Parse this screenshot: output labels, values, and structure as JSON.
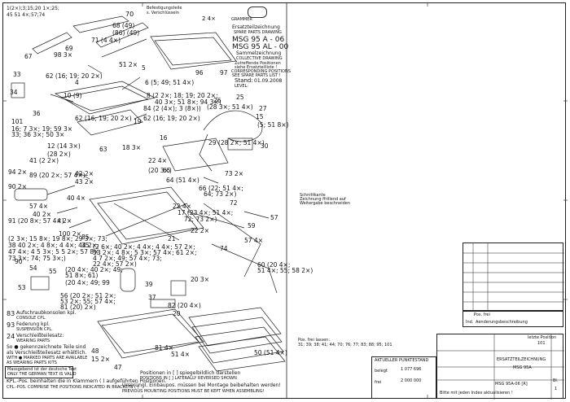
{
  "header": {
    "refs_tl_1": "1(2×);3;15;20 1×;25;",
    "refs_tl_2": "45 51 4×;57;74",
    "lbl_70": "70",
    "befest_1": "Befestigungsteile",
    "befest_2": "s. Verschlüsseln",
    "lbl_2_4x": "2 4×",
    "logo": "GRAMMER",
    "title_1": "Ersatzteilzeichnung",
    "title_2": "SPARE PARTS DRAWING",
    "model_1": "MSG 95 A - 06",
    "model_2": "MSG 95 AL - 00",
    "sammel_1": "Sammelzeichnung",
    "sammel_2": "COLLECTIVE DRAWING",
    "note_1": "Zutreffende Positionen",
    "note_2": "siehe Ersatzteilliste !",
    "note_3": "CORRESPONDING POSITIONS",
    "note_4": "SEE SPARE PARTS LIST !",
    "stand_label": "Stand:",
    "stand_value": "01.09.2008",
    "level": "LEVEL:"
  },
  "callouts": [
    {
      "id": "c1",
      "text": "68 (49)"
    },
    {
      "id": "c2",
      "text": "(86) (49)"
    },
    {
      "id": "c3",
      "text": "69"
    },
    {
      "id": "c4",
      "text": "71 (4 4×)"
    },
    {
      "id": "c5",
      "text": "67"
    },
    {
      "id": "c6",
      "text": "98 3×"
    },
    {
      "id": "c7",
      "text": "51 2×"
    },
    {
      "id": "c8",
      "text": "5"
    },
    {
      "id": "c9",
      "text": "96"
    },
    {
      "id": "c10",
      "text": "97"
    },
    {
      "id": "c11",
      "text": "62 (16; 19; 20 2×)"
    },
    {
      "id": "c12",
      "text": "4"
    },
    {
      "id": "c13",
      "text": "10 (9)"
    },
    {
      "id": "c14",
      "text": "6 (5; 49; 51 4×)"
    },
    {
      "id": "c15",
      "text": "33"
    },
    {
      "id": "c16",
      "text": "34"
    },
    {
      "id": "c17",
      "text": "36"
    },
    {
      "id": "c18",
      "text": "8 (2 2×; 18; 19; 20 2×;"
    },
    {
      "id": "c19",
      "text": "40 3×; 51 8×; 94 3×)"
    },
    {
      "id": "c20",
      "text": "62 (16; 19; 20 2×)"
    },
    {
      "id": "c21",
      "text": "84 (2 (4×); 3 (8×))"
    },
    {
      "id": "c22",
      "text": "26"
    },
    {
      "id": "c23",
      "text": "(28 3×; 51 4×)"
    },
    {
      "id": "c24",
      "text": "25"
    },
    {
      "id": "c25",
      "text": "15"
    },
    {
      "id": "c26",
      "text": "101"
    },
    {
      "id": "c27",
      "text": "16; 7 3×; 19; 59 3×"
    },
    {
      "id": "c28",
      "text": "33; 36 3×; 50 3×"
    },
    {
      "id": "c29",
      "text": "19"
    },
    {
      "id": "c30",
      "text": "62 (16; 19; 20 2×)"
    },
    {
      "id": "c31",
      "text": "27"
    },
    {
      "id": "c32",
      "text": "(5; 51 8×)"
    },
    {
      "id": "c33",
      "text": "12 (14 3×)"
    },
    {
      "id": "c34",
      "text": "(28 2×)"
    },
    {
      "id": "c35",
      "text": "63"
    },
    {
      "id": "c36",
      "text": "18 3×"
    },
    {
      "id": "c37",
      "text": "16"
    },
    {
      "id": "c38",
      "text": "29 (28 2×; 51 4×)"
    },
    {
      "id": "c39",
      "text": "30"
    },
    {
      "id": "c40",
      "text": "22 4×"
    },
    {
      "id": "c41",
      "text": "(20 3×)"
    },
    {
      "id": "c42",
      "text": "41 (2 2×)"
    },
    {
      "id": "c43",
      "text": "94 2×"
    },
    {
      "id": "c44",
      "text": "89 (20 2×; 57 4×)"
    },
    {
      "id": "c45",
      "text": "42 2×"
    },
    {
      "id": "c46",
      "text": "43 2×"
    },
    {
      "id": "c47",
      "text": "64 (51 4×)"
    },
    {
      "id": "c48",
      "text": "73 2×"
    },
    {
      "id": "c49",
      "text": "65"
    },
    {
      "id": "c50",
      "text": "66 (22; 51 4×;"
    },
    {
      "id": "c51",
      "text": "64; 73 2×)"
    },
    {
      "id": "c52",
      "text": "90 2×"
    },
    {
      "id": "c53",
      "text": "40 4×"
    },
    {
      "id": "c54",
      "text": "72"
    },
    {
      "id": "c55",
      "text": "57 4×"
    },
    {
      "id": "c56",
      "text": "22 4×"
    },
    {
      "id": "c57",
      "text": "17 (23 4×; 51 4×;"
    },
    {
      "id": "c58",
      "text": "72; 73 2×)"
    },
    {
      "id": "c59",
      "text": "4 2×"
    },
    {
      "id": "c60",
      "text": "91 (20 8×; 57 4×)"
    },
    {
      "id": "c61",
      "text": "40 2×"
    },
    {
      "id": "c62",
      "text": "57"
    },
    {
      "id": "c63",
      "text": "21"
    },
    {
      "id": "c64",
      "text": "22 2×"
    },
    {
      "id": "c65",
      "text": "59"
    },
    {
      "id": "c66",
      "text": "57 4×"
    },
    {
      "id": "c67",
      "text": "100 2×"
    },
    {
      "id": "c68",
      "text": "85"
    },
    {
      "id": "c69",
      "text": "35"
    },
    {
      "id": "c70",
      "text": "(2 3×; 15 8×; 19 8×; 29 3×; 73;"
    },
    {
      "id": "c71",
      "text": "38 40 2×; 4 8×; 4 4×; 44 2×;"
    },
    {
      "id": "c72",
      "text": "47 4×; 4 5 3×; 5 5 2×; 57 8×;"
    },
    {
      "id": "c73",
      "text": "73 3×; 74; 75 3×;)"
    },
    {
      "id": "c74",
      "text": "(2 6×; 40 2×; 4 4×; 4 4×; 57 2×;"
    },
    {
      "id": "c75",
      "text": "53 2×; 4 8×; 5 3×; 57 4×; 61 2×;"
    },
    {
      "id": "c76",
      "text": "4 7 2×; 49; 57 4×; 73;"
    },
    {
      "id": "c77",
      "text": "22 4×; 57 2×)"
    },
    {
      "id": "c78",
      "text": "74"
    },
    {
      "id": "c79",
      "text": "60 (20 4×;"
    },
    {
      "id": "c80",
      "text": "51 4×; 55; 58 2×)"
    },
    {
      "id": "c81",
      "text": "90"
    },
    {
      "id": "c82",
      "text": "54"
    },
    {
      "id": "c83",
      "text": "55"
    },
    {
      "id": "c84",
      "text": "53"
    },
    {
      "id": "c85",
      "text": "56 (20 2×; 51 2×;"
    },
    {
      "id": "c86",
      "text": "53 2×; 55; 57 4×;"
    },
    {
      "id": "c87",
      "text": "81 (20) 2×)"
    },
    {
      "id": "c88",
      "text": "(20 4×; 40 2×; 49;"
    },
    {
      "id": "c89",
      "text": "51 8×; 61)"
    },
    {
      "id": "c90",
      "text": "(20 4×; 49; 99"
    },
    {
      "id": "c91",
      "text": "20 3×"
    },
    {
      "id": "c92",
      "text": "39"
    },
    {
      "id": "c93",
      "text": "37"
    },
    {
      "id": "c94",
      "text": "82 (20 4×)"
    },
    {
      "id": "c95",
      "text": "20"
    },
    {
      "id": "c96",
      "text": "48"
    },
    {
      "id": "c97",
      "text": "15 2×"
    },
    {
      "id": "c98",
      "text": "47"
    },
    {
      "id": "c99",
      "text": "81 4×"
    },
    {
      "id": "c100",
      "text": "51 4×"
    },
    {
      "id": "c101",
      "text": "50 (51 4×)"
    }
  ],
  "legend": {
    "l83": "83",
    "l83_text": "Aufschraubkonsolen kpl.",
    "l83_sub": "CONSOLE CPL.",
    "l93": "93",
    "l93_text": "Federung kpl.",
    "l93_sub": "SUSPENSION CPL.",
    "l24": "24",
    "l24_text": "Verschleißteilesatz:",
    "l24_sub": "WEARING PARTS",
    "so_text": "So ● gekennzeichnete Teile sind",
    "so_text2": "als Verschleißteilesatz erhältlich.",
    "so_en": "WITH ● MARKED PARTS ARE AVAILABLE",
    "so_en2": "AS WEARING PARTS KITS",
    "hinweis_1": "Massgebend ist der deutsche Text",
    "hinweis_2": "ONLY THE GERMAN TEXT IS VALID",
    "kpl_de": "KPL.-Pos. beinhalten die in Klammern ( ) aufgeführten Positionen.",
    "kpl_en": "CPL.-POS. COMPRISE THE POSITIONS INDICATED IN BRACKETS ( )",
    "spiegel_de": "Positionen in [ ] spiegelbildlich darstellen",
    "spiegel_en": "POSITIONS IN [ ] LATERALLY REVERSED SHOWN",
    "urspr_de": "Ursprüngl. Einbaupos. müssen bei Montage beibehalten werden!",
    "urspr_en": "PREVIOUS MOUNTING POSITIONS MUST BE KEPT WHEN ASSEMBLING!"
  },
  "middle": {
    "schnitt_1": "Schnittkante",
    "schnitt_2": "Zeichnung ffrillend auf",
    "schnitt_3": "Weitergabe beschneiden",
    "pos_label": "Pos. frei lassen:",
    "pos_values": "31; 39; 38; 41; 44; 70; 76; 77; 83; 88; 95; 101"
  },
  "titleblock": {
    "pos_frei": "Pos. frei",
    "aender_lbl": "Aenderungsbeschreibung",
    "ind": "Ind.",
    "punkt_title": "AKTUELLER PUNKTESTAND",
    "belegt_lbl": "belegt",
    "belegt_val": "1 077 696",
    "frei_lbl": "frei",
    "frei_val": "2 000 000",
    "ersatz": "ERSATZTEILZEICHNUNG",
    "msg95a": "MSG 95A",
    "doc_no": "MSG 95A-06 [R]",
    "letzte": "letzte Position",
    "letzte_val": "101",
    "bitte": "Bitte mit jeden Index aktualisieren !",
    "bl": "Bl.",
    "bl_val": "1"
  }
}
